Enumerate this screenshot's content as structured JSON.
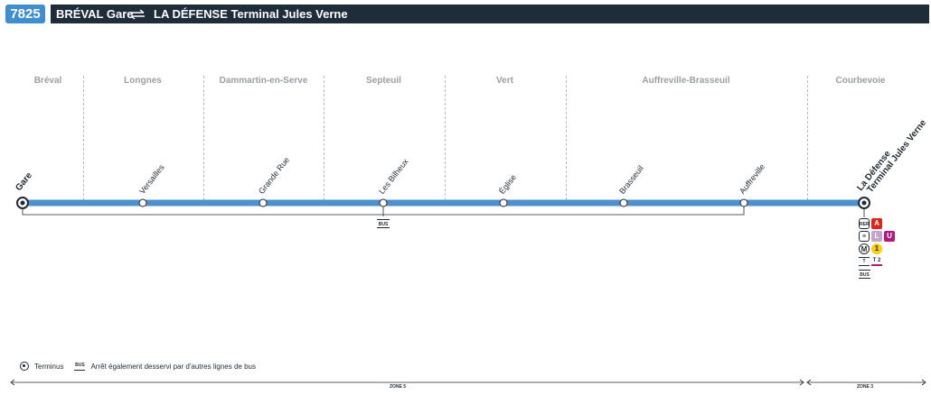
{
  "route": {
    "number": "7825",
    "origin": "BRÉVAL Gare",
    "destination": "LA DÉFENSE Terminal Jules Verne",
    "direction_icon": "two-way-arrows-icon"
  },
  "communes": [
    "Bréval",
    "Longnes",
    "Dammartin-en-Serve",
    "Septeuil",
    "Vert",
    "Auffreville-Brasseuil",
    "Courbevoie"
  ],
  "stops": [
    {
      "name": "Gare",
      "terminus": true
    },
    {
      "name": "Versailles",
      "terminus": false
    },
    {
      "name": "Grande Rue",
      "terminus": false
    },
    {
      "name": "Les Bilheux",
      "terminus": false,
      "bus_connection": "BUS"
    },
    {
      "name": "Église",
      "terminus": false
    },
    {
      "name": "Brasseuil",
      "terminus": false
    },
    {
      "name": "Auffreville",
      "terminus": false
    },
    {
      "name": "La Défense",
      "name_line2": "Terminal Jules Verne",
      "terminus": true
    }
  ],
  "connections": {
    "rer_label": "RER",
    "rer_line": "A",
    "train_lines": [
      "L",
      "U"
    ],
    "metro_label": "M",
    "metro_line": "1",
    "tram_label": "T",
    "tram_line": "T 2",
    "bus_label": "BUS"
  },
  "legend": {
    "terminus_label": "Terminus",
    "bus_label": "BUS",
    "bus_text": "Arrêt également desservi par d'autres lignes de bus"
  },
  "zones": [
    {
      "label": "ZONE 5"
    },
    {
      "label": "ZONE 3"
    }
  ],
  "colors": {
    "line": "#4a90d2",
    "header_dark": "#1f2d3a",
    "badge": "#3f8ed1",
    "rer_a": "#e2231a",
    "train_l": "#c2a4cf",
    "train_u": "#b5197d",
    "metro_1": "#ffcd00"
  }
}
